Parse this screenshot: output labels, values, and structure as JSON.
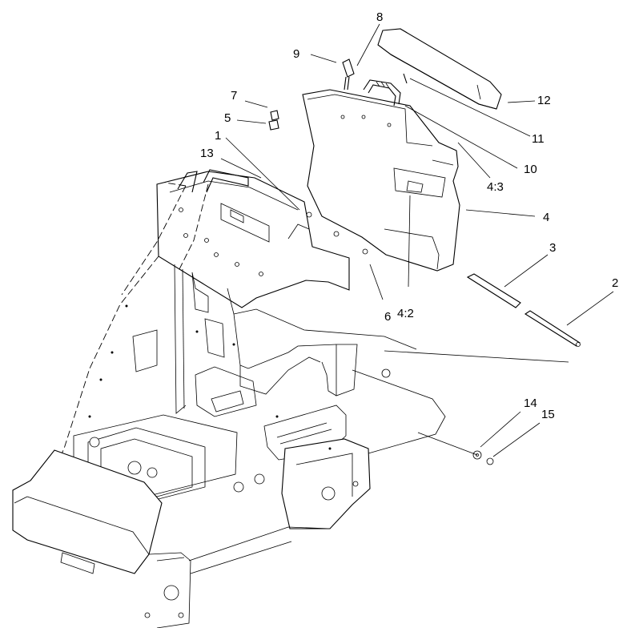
{
  "figure": {
    "kind": "exploded parts diagram",
    "callouts": [
      {
        "id": "c1",
        "text": "1"
      },
      {
        "id": "c2",
        "text": "2"
      },
      {
        "id": "c3",
        "text": "3"
      },
      {
        "id": "c4",
        "text": "4"
      },
      {
        "id": "c4_2",
        "text": "4:2"
      },
      {
        "id": "c4_3",
        "text": "4:3"
      },
      {
        "id": "c5",
        "text": "5"
      },
      {
        "id": "c6",
        "text": "6"
      },
      {
        "id": "c7",
        "text": "7"
      },
      {
        "id": "c8",
        "text": "8"
      },
      {
        "id": "c9",
        "text": "9"
      },
      {
        "id": "c10",
        "text": "10"
      },
      {
        "id": "c11",
        "text": "11"
      },
      {
        "id": "c12",
        "text": "12"
      },
      {
        "id": "c13",
        "text": "13"
      },
      {
        "id": "c14",
        "text": "14"
      },
      {
        "id": "c15",
        "text": "15"
      }
    ]
  }
}
